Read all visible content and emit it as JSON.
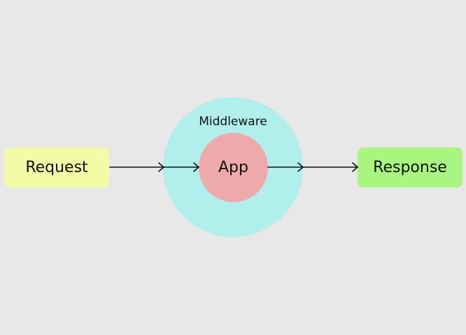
{
  "nodes": {
    "request": {
      "label": "Request",
      "color": "#f3fba7"
    },
    "response": {
      "label": "Response",
      "color": "#a8f580"
    },
    "middleware": {
      "label": "Middleware",
      "color": "#b1efec"
    },
    "app": {
      "label": "App",
      "color": "#eeaaaa"
    }
  },
  "edges": [
    {
      "from": "request",
      "to": "middleware"
    },
    {
      "from": "middleware",
      "to": "app"
    },
    {
      "from": "app",
      "to": "middleware"
    },
    {
      "from": "middleware",
      "to": "response"
    }
  ],
  "colors": {
    "background": "#e8e8e8",
    "arrow": "#111111"
  }
}
